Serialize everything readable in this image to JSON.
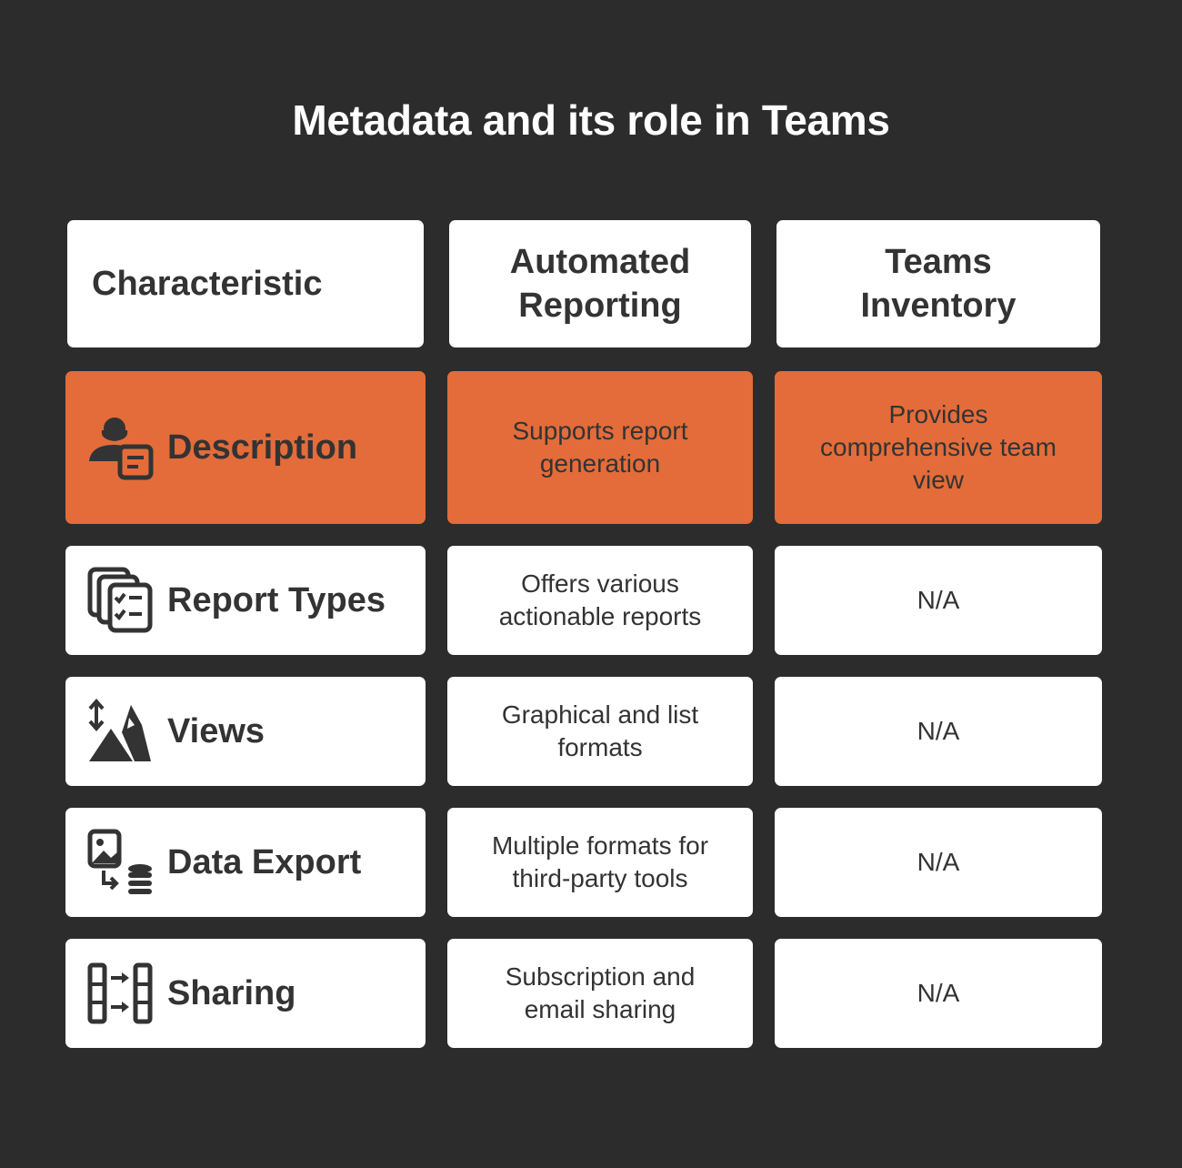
{
  "title": "Metadata and its role in Teams",
  "table": {
    "headers": [
      "Characteristic",
      "Automated Reporting",
      "Teams Inventory"
    ],
    "rows": [
      {
        "label": "Description",
        "icon": "person-document-icon",
        "automated_reporting": "Supports report generation",
        "teams_inventory": "Provides comprehensive team view",
        "highlighted": true
      },
      {
        "label": "Report Types",
        "icon": "stacked-checklist-icon",
        "automated_reporting": "Offers various actionable reports",
        "teams_inventory": "N/A",
        "highlighted": false
      },
      {
        "label": "Views",
        "icon": "mountain-arrows-icon",
        "automated_reporting": "Graphical and list formats",
        "teams_inventory": "N/A",
        "highlighted": false
      },
      {
        "label": "Data Export",
        "icon": "image-to-database-icon",
        "automated_reporting": "Multiple formats for third-party tools",
        "teams_inventory": "N/A",
        "highlighted": false
      },
      {
        "label": "Sharing",
        "icon": "columns-transfer-icon",
        "automated_reporting": "Subscription and email sharing",
        "teams_inventory": "N/A",
        "highlighted": false
      }
    ]
  },
  "colors": {
    "background": "#2c2c2c",
    "cell": "#ffffff",
    "highlight": "#e36c3a",
    "text": "#333333",
    "title": "#ffffff"
  }
}
